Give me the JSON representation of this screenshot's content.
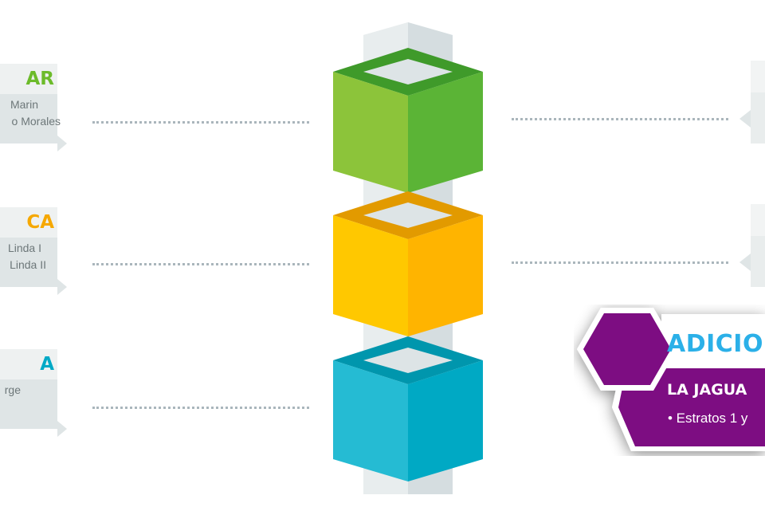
{
  "left_cards": [
    {
      "heading": "AR",
      "heading_color": "#6cbb2a",
      "lines": [
        "Marin",
        "o Morales"
      ]
    },
    {
      "heading": "CA",
      "heading_color": "#f6a800",
      "lines": [
        "Linda I",
        "Linda  II"
      ]
    },
    {
      "heading": "A",
      "heading_color": "#00a9c6",
      "lines": [
        "rge"
      ]
    }
  ],
  "cube_colors": {
    "green": "#5bb436",
    "yellow": "#ffb400",
    "cyan": "#00b3cf",
    "pillar": "#dde4e6"
  },
  "banner": {
    "title": "ADICIO",
    "subtitle": "LA JAGUA",
    "bullet": "• Estratos 1 y",
    "hex_color": "#7d0a82"
  }
}
